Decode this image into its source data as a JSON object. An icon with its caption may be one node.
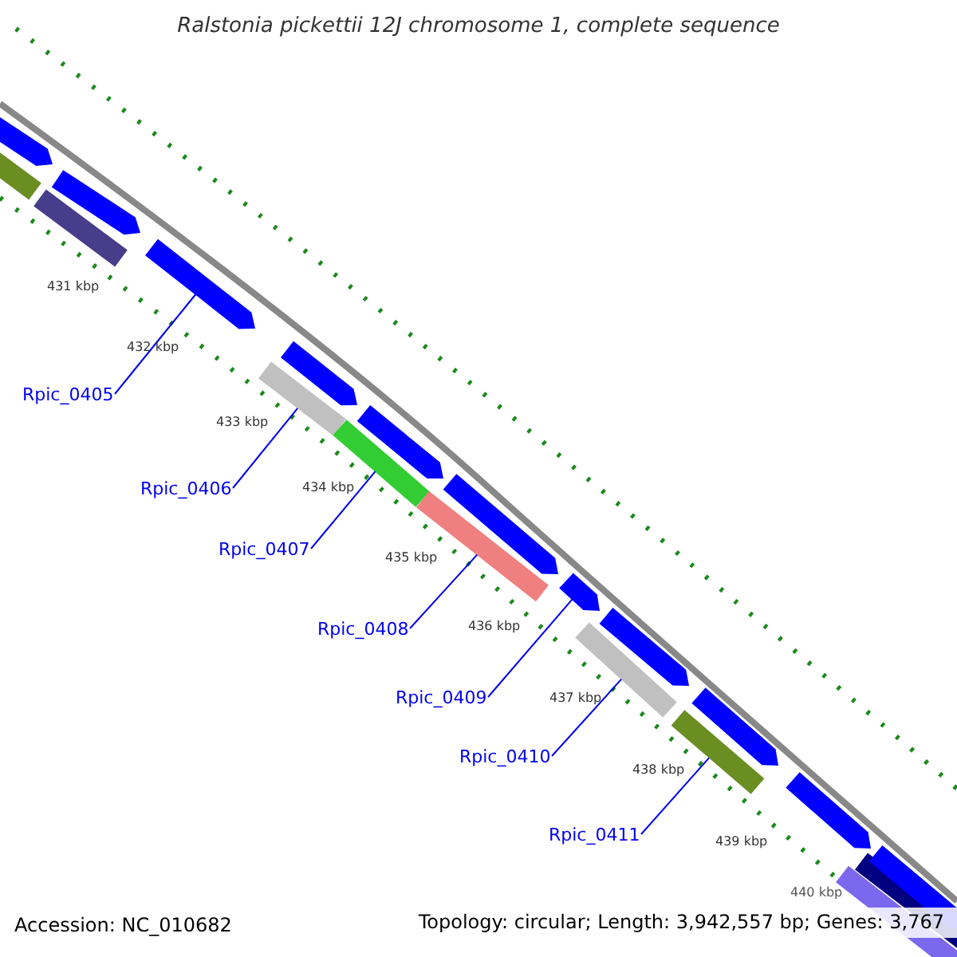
{
  "diagram": {
    "title": "Ralstonia pickettii 12J chromosome 1, complete sequence",
    "nodes": [
      {
        "text": [],
        "shape": "arrow"
      },
      {
        "text": [],
        "shape": "bar"
      },
      {
        "text": [],
        "shape": "bar"
      },
      {
        "text": [],
        "shape": "arrow"
      },
      {
        "text": [],
        "shape": "arrow"
      },
      {
        "text": [],
        "shape": "bar"
      },
      {
        "text": [],
        "shape": "arrow"
      },
      {
        "text": [],
        "shape": "bar"
      },
      {
        "text": [],
        "shape": "arrow"
      },
      {
        "text": [],
        "shape": "bar"
      },
      {
        "text": [],
        "shape": "arrow"
      },
      {
        "text": [],
        "shape": "arrow"
      },
      {
        "text": [],
        "shape": "bar"
      },
      {
        "text": [],
        "shape": "arrow"
      },
      {
        "text": [],
        "shape": "bar"
      },
      {
        "text": [],
        "shape": "arrow"
      },
      {
        "text": [],
        "shape": "arrow"
      },
      {
        "text": [],
        "shape": "bar"
      },
      {
        "text": [],
        "shape": "bar"
      },
      {
        "text": [],
        "shape": "arrow"
      },
      {
        "text": [
          "Rpic_0405"
        ]
      },
      {
        "text": [
          "Rpic_0406"
        ]
      },
      {
        "text": [
          "Rpic_0407"
        ]
      },
      {
        "text": [
          "Rpic_0408"
        ]
      },
      {
        "text": [
          "Rpic_0409"
        ]
      },
      {
        "text": [
          "Rpic_0410"
        ]
      },
      {
        "text": [
          "Rpic_0411"
        ]
      }
    ],
    "edges": [
      {
        "from": 20,
        "to": 4,
        "arrow": "none"
      },
      {
        "from": 21,
        "to": 5,
        "arrow": "none"
      },
      {
        "from": 22,
        "to": 7,
        "arrow": "none"
      },
      {
        "from": 23,
        "to": 9,
        "arrow": "none"
      },
      {
        "from": 24,
        "to": 11,
        "arrow": "none"
      },
      {
        "from": 25,
        "to": 12,
        "arrow": "none"
      },
      {
        "from": 26,
        "to": 14,
        "arrow": "none"
      }
    ],
    "labels": [
      "431 kbp",
      "432 kbp",
      "433 kbp",
      "434 kbp",
      "435 kbp",
      "436 kbp",
      "437 kbp",
      "438 kbp",
      "439 kbp",
      "440 kbp",
      "Accession: NC_010682",
      "Topology: circular; Length: 3,942,557 bp; Genes: 3,767"
    ]
  }
}
